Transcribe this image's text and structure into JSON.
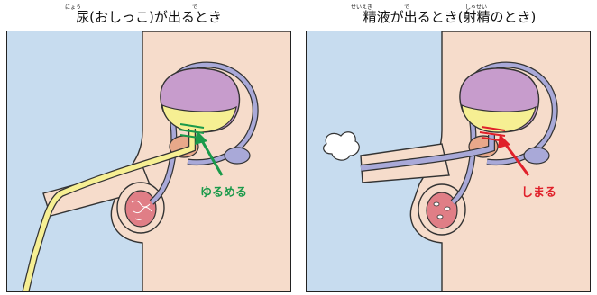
{
  "left_panel": {
    "title": "尿(おしっこ)が出るとき",
    "ruby_nyou": "にょう",
    "ruby_de": "で",
    "callout": "ゆるめる",
    "callout_color": "#1a9a4a"
  },
  "right_panel": {
    "title": "精液が出るとき(射精のとき)",
    "ruby_seieki": "せいえき",
    "ruby_de": "で",
    "ruby_shasei": "しゃせい",
    "callout": "しまる",
    "callout_color": "#e0202a"
  },
  "colors": {
    "background_blue": "#c7dcef",
    "skin": "#f6dccb",
    "bladder_purple": "#c79ccc",
    "urine_yellow": "#f6ef93",
    "tube_blue": "#a9a9d8",
    "testis_pink": "#e07e86",
    "prostate": "#e8a88a"
  }
}
